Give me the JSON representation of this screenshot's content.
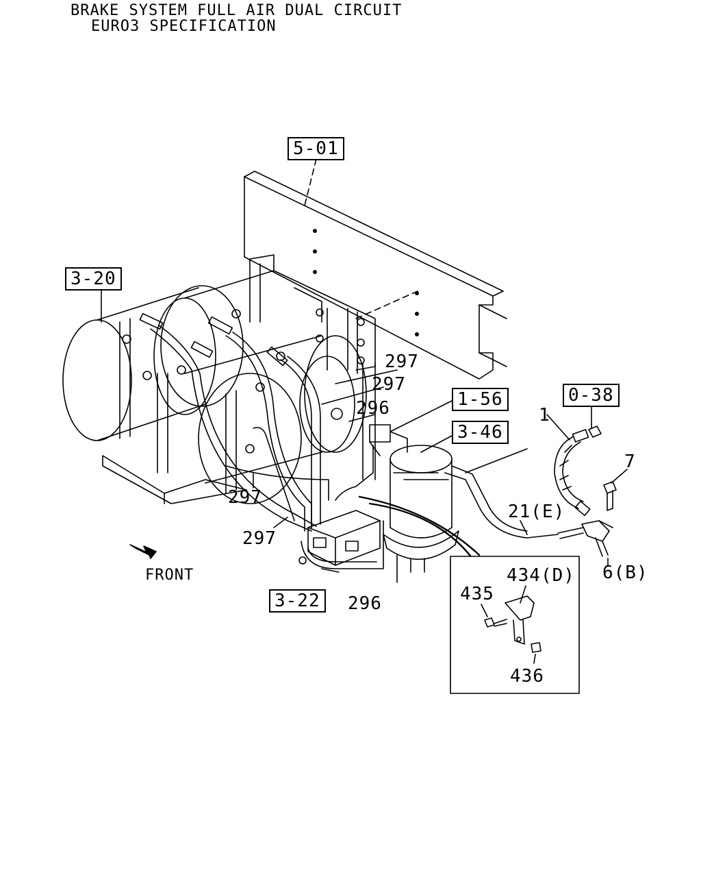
{
  "title": {
    "line1": "BRAKE SYSTEM FULL AIR DUAL CIRCUIT",
    "line2": "EURO3 SPECIFICATION"
  },
  "refs": {
    "r501": "5-01",
    "r320": "3-20",
    "r156": "1-56",
    "r346": "3-46",
    "r038": "0-38",
    "r322": "3-22"
  },
  "labels": {
    "p297a": "297",
    "p297b": "297",
    "p296a": "296",
    "p297c": "297",
    "p297d": "297",
    "p296b": "296",
    "p1": "1",
    "p7": "7",
    "p21e": "21(E)",
    "p6b": "6(B)",
    "p434d": "434(D)",
    "p435": "435",
    "p436": "436",
    "front": "FRONT"
  }
}
